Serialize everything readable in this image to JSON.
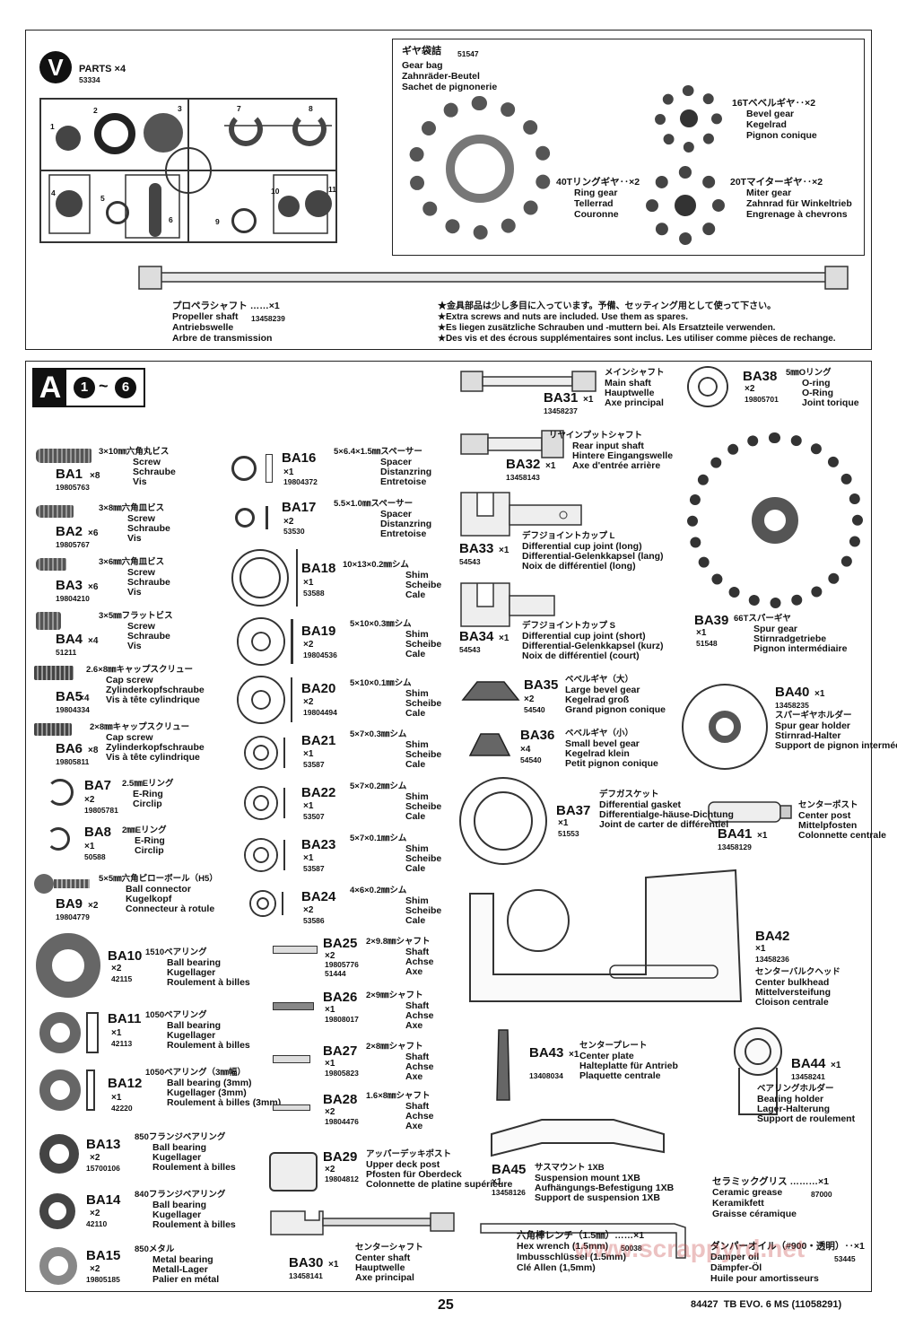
{
  "v_box": {
    "letter": "V",
    "parts_label": "PARTS ×4",
    "parts_code": "53334",
    "tree_numbers": [
      "1",
      "2",
      "3",
      "4",
      "5",
      "6",
      "7",
      "8",
      "9",
      "10",
      "11"
    ],
    "gear_bag": {
      "jp": "ギヤ袋詰",
      "code": "51547",
      "en": "Gear bag",
      "de": "Zahnräder-Beutel",
      "fr": "Sachet de pignonerie"
    },
    "bevel_gear": {
      "jp": "16Tベベルギヤ‥×2",
      "en": "Bevel gear",
      "de": "Kegelrad",
      "fr": "Pignon conique"
    },
    "ring_gear": {
      "jp": "40Tリングギヤ‥×2",
      "en": "Ring gear",
      "de": "Tellerrad",
      "fr": "Couronne"
    },
    "miter_gear": {
      "jp": "20Tマイターギヤ‥×2",
      "en": "Miter gear",
      "de": "Zahnrad für Winkeltrieb",
      "fr": "Engrenage à chevrons"
    },
    "prop_shaft": {
      "jp": "プロペラシャフト ……×1",
      "en": "Propeller shaft",
      "code": "13458239",
      "de": "Antriebswelle",
      "fr": "Arbre de transmission"
    },
    "note": {
      "jp": "★金具部品は少し多目に入っています。予備、セッティング用として使って下さい。",
      "en": "★Extra screws and nuts are included. Use them as spares.",
      "de": "★Es liegen zusätzliche Schrauben und -muttern bei. Als Ersatzteile verwenden.",
      "fr": "★Des vis et des écrous supplémentaires sont inclus. Les utiliser comme pièces de rechange."
    }
  },
  "a_box": {
    "letter": "A",
    "steps_from": "1",
    "tilde": "~",
    "steps_to": "6"
  },
  "parts_col1": [
    {
      "id": "BA1",
      "qty": "×8",
      "code": "19805763",
      "jp": "3×10㎜六角丸ビス",
      "en": "Screw",
      "de": "Schraube",
      "fr": "Vis"
    },
    {
      "id": "BA2",
      "qty": "×6",
      "code": "19805767",
      "jp": "3×8㎜六角皿ビス",
      "en": "Screw",
      "de": "Schraube",
      "fr": "Vis"
    },
    {
      "id": "BA3",
      "qty": "×6",
      "code": "19804210",
      "jp": "3×6㎜六角皿ビス",
      "en": "Screw",
      "de": "Schraube",
      "fr": "Vis"
    },
    {
      "id": "BA4",
      "qty": "×4",
      "code": "51211",
      "jp": "3×5㎜フラットビス",
      "en": "Screw",
      "de": "Schraube",
      "fr": "Vis"
    },
    {
      "id": "BA5",
      "qty": "×4",
      "code": "19804334",
      "jp": "2.6×8㎜キャップスクリュー",
      "en": "Cap screw",
      "de": "Zylinderkopfschraube",
      "fr": "Vis à tête cylindrique"
    },
    {
      "id": "BA6",
      "qty": "×8",
      "code": "19805811",
      "jp": "2×8㎜キャップスクリュー",
      "en": "Cap screw",
      "de": "Zylinderkopfschraube",
      "fr": "Vis à tête cylindrique"
    },
    {
      "id": "BA7",
      "qty": "×2",
      "code": "19805781",
      "jp": "2.5㎜Eリング",
      "en": "E-Ring",
      "de": "Circlip",
      "fr": ""
    },
    {
      "id": "BA8",
      "qty": "×1",
      "code": "50588",
      "jp": "2㎜Eリング",
      "en": "E-Ring",
      "de": "Circlip",
      "fr": ""
    },
    {
      "id": "BA9",
      "qty": "×2",
      "code": "19804779",
      "jp": "5×5㎜六角ピローボール（H5）",
      "en": "Ball connector",
      "de": "Kugelkopf",
      "fr": "Connecteur à rotule"
    },
    {
      "id": "BA10",
      "qty": "×2",
      "code": "42115",
      "jp": "1510ベアリング",
      "en": "Ball bearing",
      "de": "Kugellager",
      "fr": "Roulement à billes"
    },
    {
      "id": "BA11",
      "qty": "×1",
      "code": "42113",
      "jp": "1050ベアリング",
      "en": "Ball bearing",
      "de": "Kugellager",
      "fr": "Roulement à billes"
    },
    {
      "id": "BA12",
      "qty": "×1",
      "code": "42220",
      "jp": "1050ベアリング（3㎜幅）",
      "en": "Ball bearing (3mm)",
      "de": "Kugellager (3mm)",
      "fr": "Roulement à billes (3mm)"
    },
    {
      "id": "BA13",
      "qty": "×2",
      "code": "15700106",
      "jp": "850フランジベアリング",
      "en": "Ball bearing",
      "de": "Kugellager",
      "fr": "Roulement à billes"
    },
    {
      "id": "BA14",
      "qty": "×2",
      "code": "42110",
      "jp": "840フランジベアリング",
      "en": "Ball bearing",
      "de": "Kugellager",
      "fr": "Roulement à billes"
    },
    {
      "id": "BA15",
      "qty": "×2",
      "code": "19805185",
      "jp": "850メタル",
      "en": "Metal bearing",
      "de": "Metall-Lager",
      "fr": "Palier en métal"
    }
  ],
  "parts_col2": [
    {
      "id": "BA16",
      "qty": "×1",
      "code": "19804372",
      "jp": "5×6.4×1.5㎜スペーサー",
      "en": "Spacer",
      "de": "Distanzring",
      "fr": "Entretoise"
    },
    {
      "id": "BA17",
      "qty": "×2",
      "code": "53530",
      "jp": "5.5×1.0㎜スペーサー",
      "en": "Spacer",
      "de": "Distanzring",
      "fr": "Entretoise"
    },
    {
      "id": "BA18",
      "qty": "×1",
      "code": "53588",
      "jp": "10×13×0.2㎜シム",
      "en": "Shim",
      "de": "Scheibe",
      "fr": "Cale"
    },
    {
      "id": "BA19",
      "qty": "×2",
      "code": "19804536",
      "jp": "5×10×0.3㎜シム",
      "en": "Shim",
      "de": "Scheibe",
      "fr": "Cale"
    },
    {
      "id": "BA20",
      "qty": "×2",
      "code": "19804494",
      "jp": "5×10×0.1㎜シム",
      "en": "Shim",
      "de": "Scheibe",
      "fr": "Cale"
    },
    {
      "id": "BA21",
      "qty": "×1",
      "code": "53587",
      "jp": "5×7×0.3㎜シム",
      "en": "Shim",
      "de": "Scheibe",
      "fr": "Cale"
    },
    {
      "id": "BA22",
      "qty": "×1",
      "code": "53507",
      "jp": "5×7×0.2㎜シム",
      "en": "Shim",
      "de": "Scheibe",
      "fr": "Cale"
    },
    {
      "id": "BA23",
      "qty": "×1",
      "code": "53587",
      "jp": "5×7×0.1㎜シム",
      "en": "Shim",
      "de": "Scheibe",
      "fr": "Cale"
    },
    {
      "id": "BA24",
      "qty": "×2",
      "code": "53586",
      "jp": "4×6×0.2㎜シム",
      "en": "Shim",
      "de": "Scheibe",
      "fr": "Cale"
    },
    {
      "id": "BA25",
      "qty": "×2",
      "code": "19805776",
      "code2": "51444",
      "jp": "2×9.8㎜シャフト",
      "en": "Shaft",
      "de": "Achse",
      "fr": "Axe"
    },
    {
      "id": "BA26",
      "qty": "×1",
      "code": "19808017",
      "jp": "2×9㎜シャフト",
      "en": "Shaft",
      "de": "Achse",
      "fr": "Axe"
    },
    {
      "id": "BA27",
      "qty": "×1",
      "code": "19805823",
      "jp": "2×8㎜シャフト",
      "en": "Shaft",
      "de": "Achse",
      "fr": "Axe"
    },
    {
      "id": "BA28",
      "qty": "×2",
      "code": "19804476",
      "jp": "1.6×8㎜シャフト",
      "en": "Shaft",
      "de": "Achse",
      "fr": "Axe"
    },
    {
      "id": "BA29",
      "qty": "×2",
      "code": "19804812",
      "jp": "アッパーデッキポスト",
      "en": "Upper deck post",
      "de": "Pfosten für Oberdeck",
      "fr": "Colonnette de platine supérieure"
    },
    {
      "id": "BA30",
      "qty": "×1",
      "code": "13458141",
      "jp": "センターシャフト",
      "en": "Center shaft",
      "de": "Hauptwelle",
      "fr": "Axe principal"
    }
  ],
  "parts_col3": [
    {
      "id": "BA31",
      "qty": "×1",
      "code": "13458237",
      "jp": "メインシャフト",
      "en": "Main shaft",
      "de": "Hauptwelle",
      "fr": "Axe principal"
    },
    {
      "id": "BA32",
      "qty": "×1",
      "code": "13458143",
      "jp": "リヤインプットシャフト",
      "en": "Rear input shaft",
      "de": "Hintere Eingangswelle",
      "fr": "Axe d'entrée arrière"
    },
    {
      "id": "BA33",
      "qty": "×1",
      "code": "54543",
      "jp": "デフジョイントカップ L",
      "en": "Differential cup joint (long)",
      "de": "Differential-Gelenkkapsel (lang)",
      "fr": "Noix de différentiel (long)"
    },
    {
      "id": "BA34",
      "qty": "×1",
      "code": "54543",
      "jp": "デフジョイントカップ S",
      "en": "Differential cup joint (short)",
      "de": "Differential-Gelenkkapsel (kurz)",
      "fr": "Noix de différentiel (court)"
    },
    {
      "id": "BA35",
      "qty": "×2",
      "code": "54540",
      "jp": "ベベルギヤ（大）",
      "en": "Large bevel gear",
      "de": "Kegelrad groß",
      "fr": "Grand pignon conique"
    },
    {
      "id": "BA36",
      "qty": "×4",
      "code": "54540",
      "jp": "ベベルギヤ（小）",
      "en": "Small bevel gear",
      "de": "Kegelrad klein",
      "fr": "Petit pignon conique"
    },
    {
      "id": "BA37",
      "qty": "×1",
      "code": "51553",
      "jp": "デフガスケット",
      "en": "Differential gasket",
      "de": "Differentialge-häuse-Dichtung",
      "fr": "Joint de carter de différentiel"
    },
    {
      "id": "BA38",
      "qty": "×2",
      "code": "19805701",
      "jp": "5㎜Oリング",
      "en": "O-ring",
      "de": "O-Ring",
      "fr": "Joint torique"
    },
    {
      "id": "BA39",
      "qty": "×1",
      "code": "51548",
      "jp": "66Tスパーギヤ",
      "en": "Spur gear",
      "de": "Stirnradgetriebe",
      "fr": "Pignon intermédiaire"
    },
    {
      "id": "BA40",
      "qty": "×1",
      "code": "13458235",
      "jp": "スパーギヤホルダー",
      "en": "Spur gear holder",
      "de": "Stirnrad-Halter",
      "fr": "Support de pignon intermédiaire"
    },
    {
      "id": "BA41",
      "qty": "×1",
      "code": "13458129",
      "jp": "センターポスト",
      "en": "Center post",
      "de": "Mittelpfosten",
      "fr": "Colonnette centrale"
    },
    {
      "id": "BA42",
      "qty": "×1",
      "code": "13458236",
      "jp": "センターバルクヘッド",
      "en": "Center bulkhead",
      "de": "Mittelversteifung",
      "fr": "Cloison centrale"
    },
    {
      "id": "BA43",
      "qty": "×1",
      "code": "13408034",
      "jp": "センタープレート",
      "en": "Center plate",
      "de": "Halteplatte für Antrieb",
      "fr": "Plaquette centrale"
    },
    {
      "id": "BA44",
      "qty": "×1",
      "code": "13458241",
      "jp": "ベアリングホルダー",
      "en": "Bearing holder",
      "de": "Lager-Halterung",
      "fr": "Support de roulement"
    },
    {
      "id": "BA45",
      "qty": "×1",
      "code": "13458126",
      "jp": "サスマウント 1XB",
      "en": "Suspension mount 1XB",
      "de": "Aufhängungs-Befestigung 1XB",
      "fr": "Support de suspension 1XB"
    }
  ],
  "extras": {
    "grease": {
      "jp": "セラミックグリス ………×1",
      "en": "Ceramic grease",
      "code": "87000",
      "de": "Keramikfett",
      "fr": "Graisse céramique"
    },
    "wrench": {
      "jp": "六角棒レンチ（1.5㎜）……×1",
      "en": "Hex wrench (1.5mm)",
      "code": "50038",
      "de": "Imbusschlüssel (1.5mm)",
      "fr": "Clé Allen (1,5mm)"
    },
    "oil": {
      "jp": "ダンパーオイル（#900・透明）‥×1",
      "en": "Damper oil",
      "code": "53445",
      "de": "Dämpfer-Öl",
      "fr": "Huile pour amortisseurs"
    }
  },
  "footer": {
    "page_number": "25",
    "model": "84427  TB EVO. 6 MS (11058291)"
  },
  "watermark": "www.scrappyrd.net"
}
